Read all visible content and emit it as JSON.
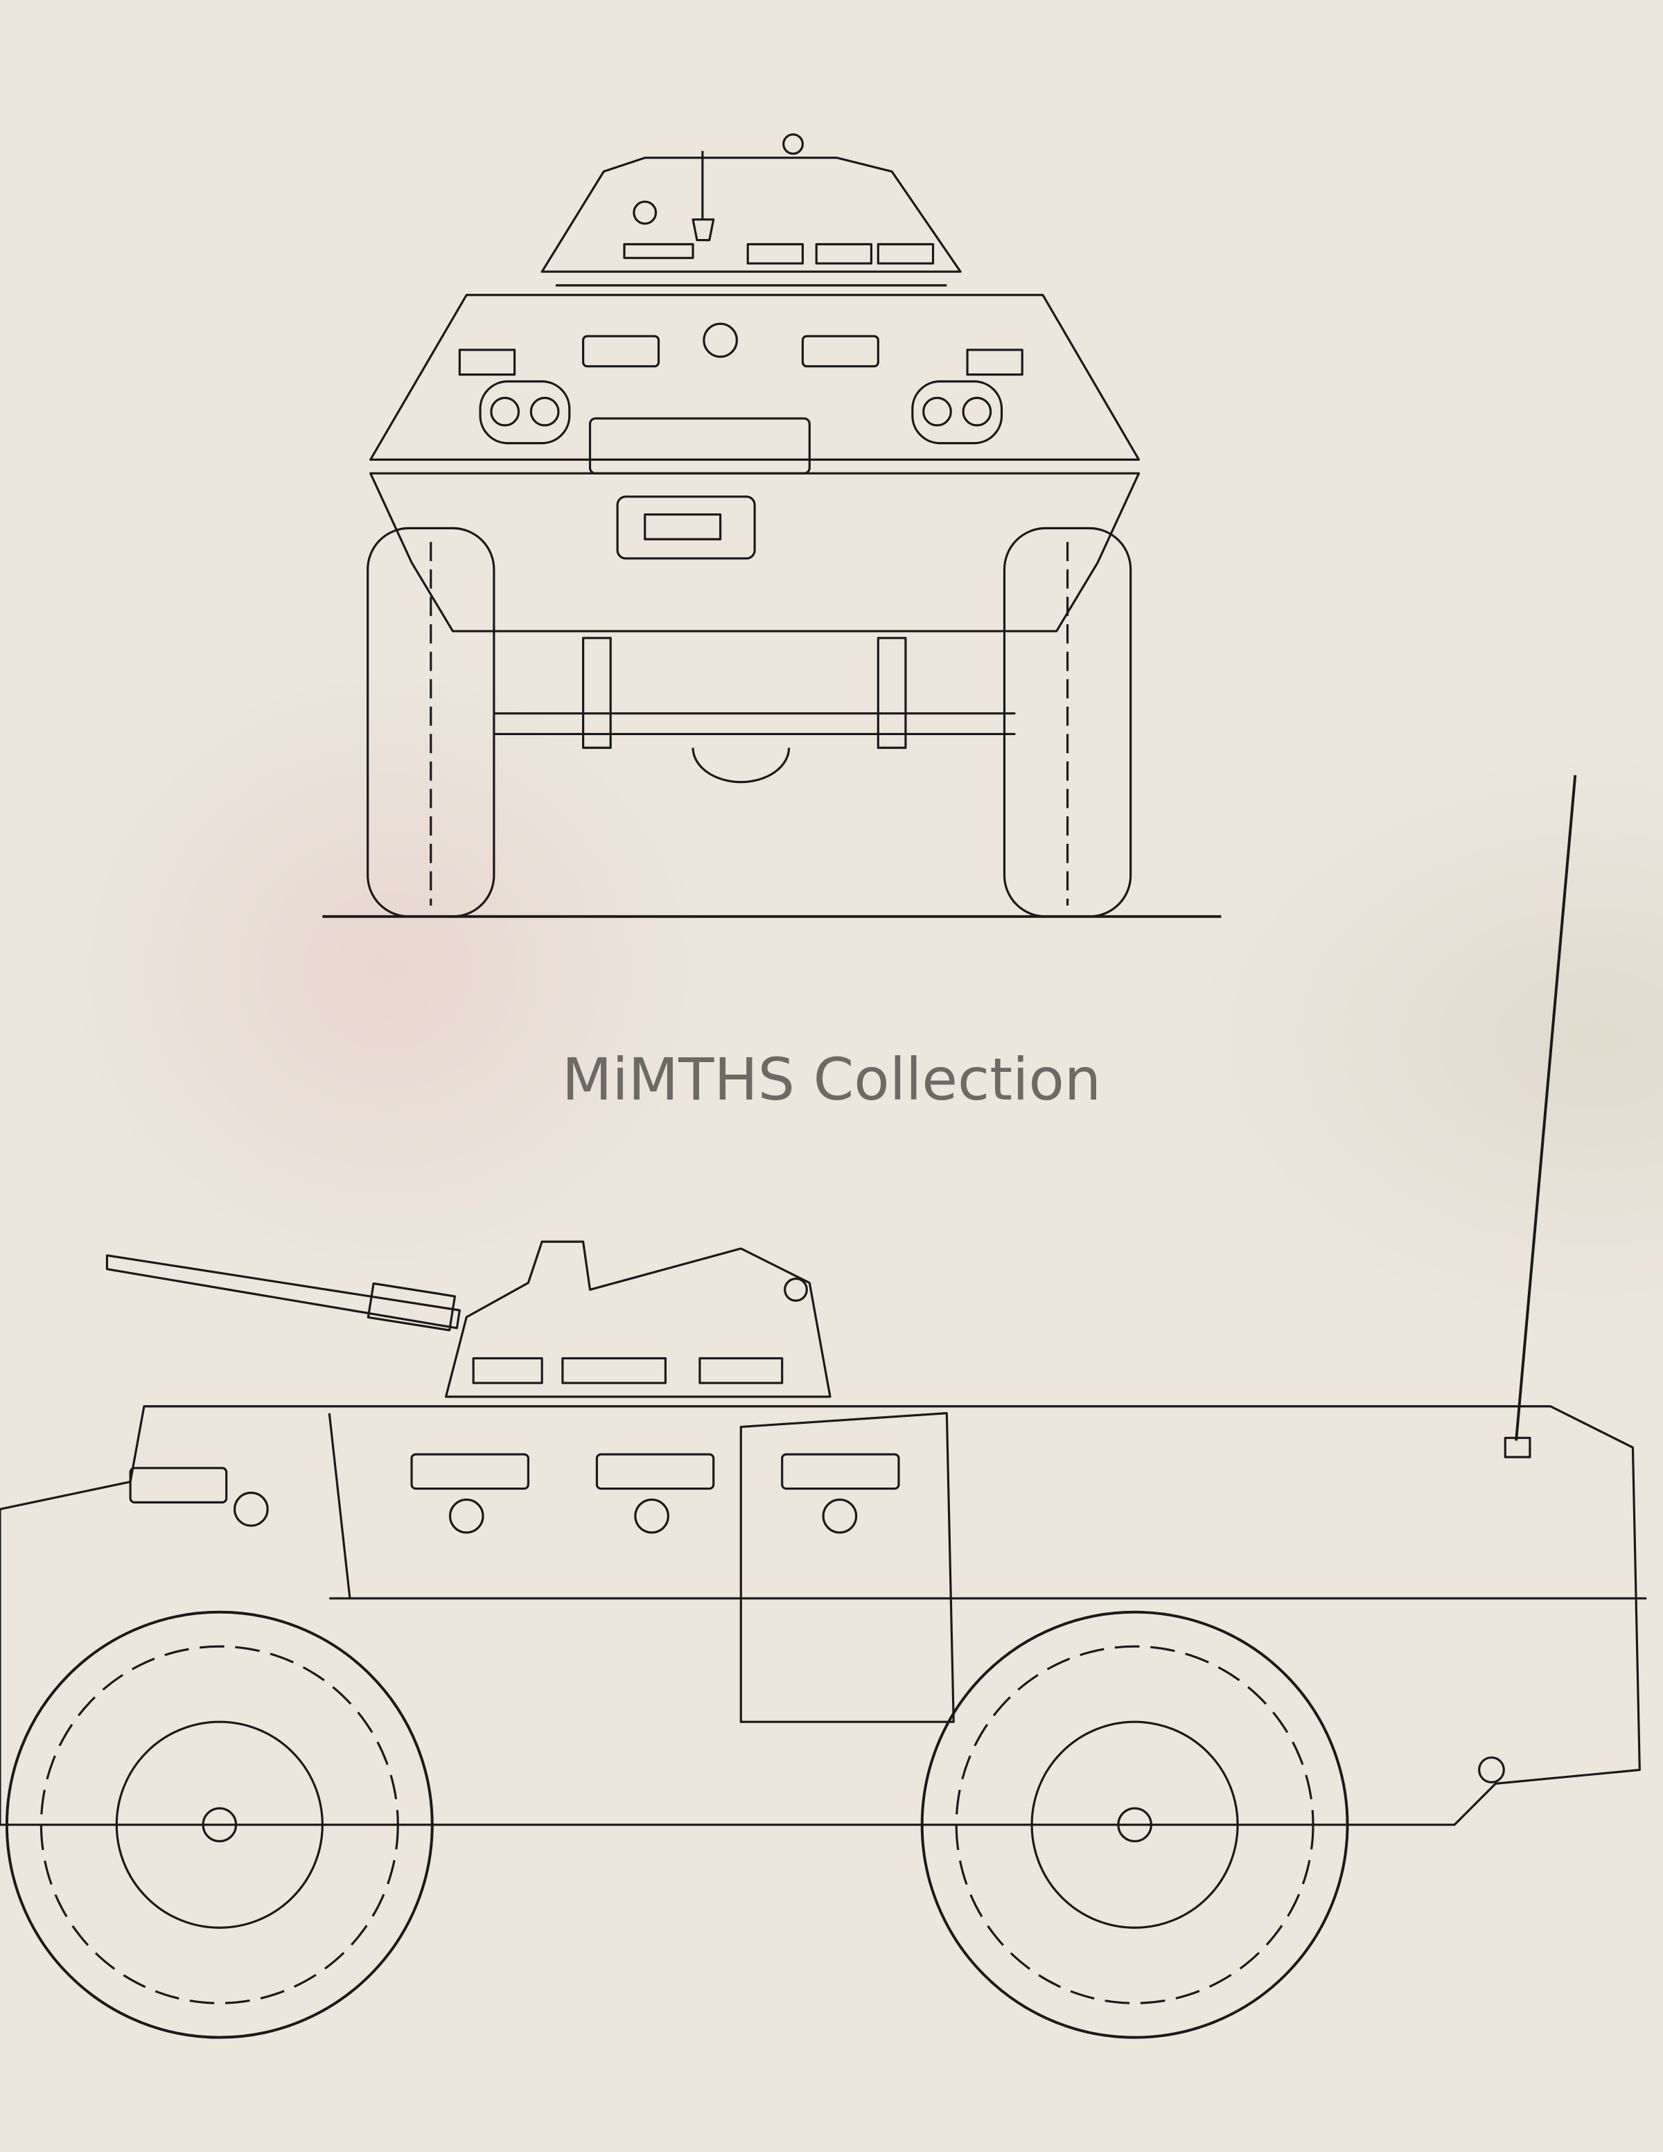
{
  "watermark": "MiMTHS Collection",
  "views": [
    "front-view",
    "side-view"
  ],
  "colors": {
    "paper": "#ece7dd",
    "ink": "#1a1a1a",
    "watermark": "#6d6a66"
  }
}
